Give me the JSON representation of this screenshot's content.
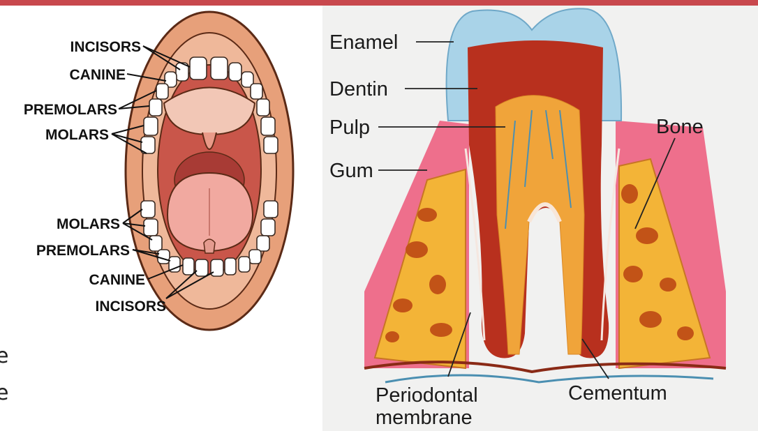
{
  "colors": {
    "accent_bar": "#c8484d",
    "enamel": "#a9d3e8",
    "dentin": "#b8301e",
    "pulp": "#f0a43a",
    "gum": "#ec5a7c",
    "bone": "#f3b437"
  },
  "mouth_diagram": {
    "labels": {
      "incisors_upper": "INCISORS",
      "canine_upper": "CANINE",
      "premolars_upper": "PREMOLARS",
      "molars_upper": "MOLARS",
      "molars_lower": "MOLARS",
      "premolars_lower": "PREMOLARS",
      "canine_lower": "CANINE",
      "incisors_lower": "INCISORS"
    }
  },
  "tooth_diagram": {
    "labels": {
      "enamel": "Enamel",
      "dentin": "Dentin",
      "pulp": "Pulp",
      "gum": "Gum",
      "bone": "Bone",
      "periodontal_1": "Periodontal",
      "periodontal_2": "membrane",
      "cementum": "Cementum"
    }
  },
  "cut_off_text": {
    "line1": "e",
    "line2": "e"
  }
}
